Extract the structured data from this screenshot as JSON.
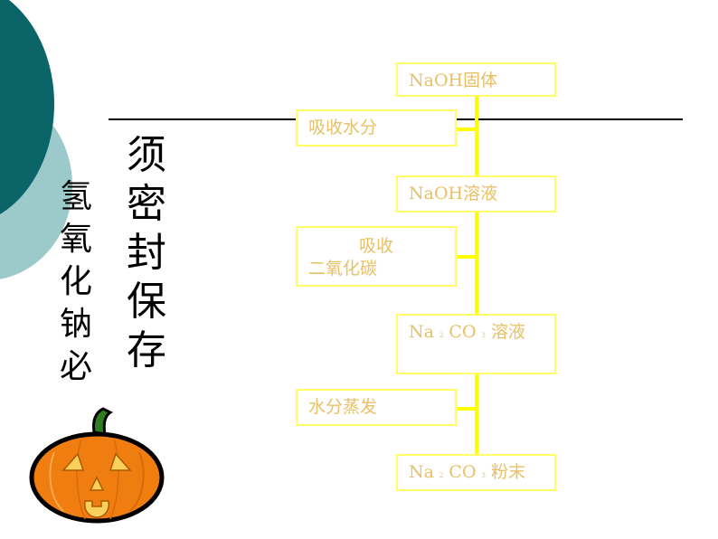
{
  "slide": {
    "background": "#ffffff",
    "decoration": {
      "circle_dark_color": "#0b6467",
      "circle_light_color": "#9ccaca"
    },
    "title_rule_color": "#000000",
    "vertical_text": {
      "column_left": [
        "氢",
        "氧",
        "化",
        "钠",
        "必"
      ],
      "column_right": [
        "须",
        "密",
        "封",
        "保",
        "存"
      ]
    },
    "flowchart": {
      "box_border_color": "#ffff66",
      "text_color": "#e8c066",
      "connector_color": "#ffff00",
      "main_nodes": [
        {
          "label": "NaOH固体"
        },
        {
          "label": "NaOH溶液"
        },
        {
          "prefix": "Na",
          "sub1": "2",
          "mid": "CO",
          "sub2": "3",
          "suffix": "溶液"
        },
        {
          "prefix": "Na",
          "sub1": "2",
          "mid": "CO",
          "sub2": "3",
          "suffix": "粉末"
        }
      ],
      "side_nodes": [
        {
          "label": "吸收水分"
        },
        {
          "line1": "吸收",
          "line2": "二氧化碳"
        },
        {
          "label": "水分蒸发"
        }
      ]
    },
    "clipart": "jack-o-lantern-pumpkin"
  }
}
